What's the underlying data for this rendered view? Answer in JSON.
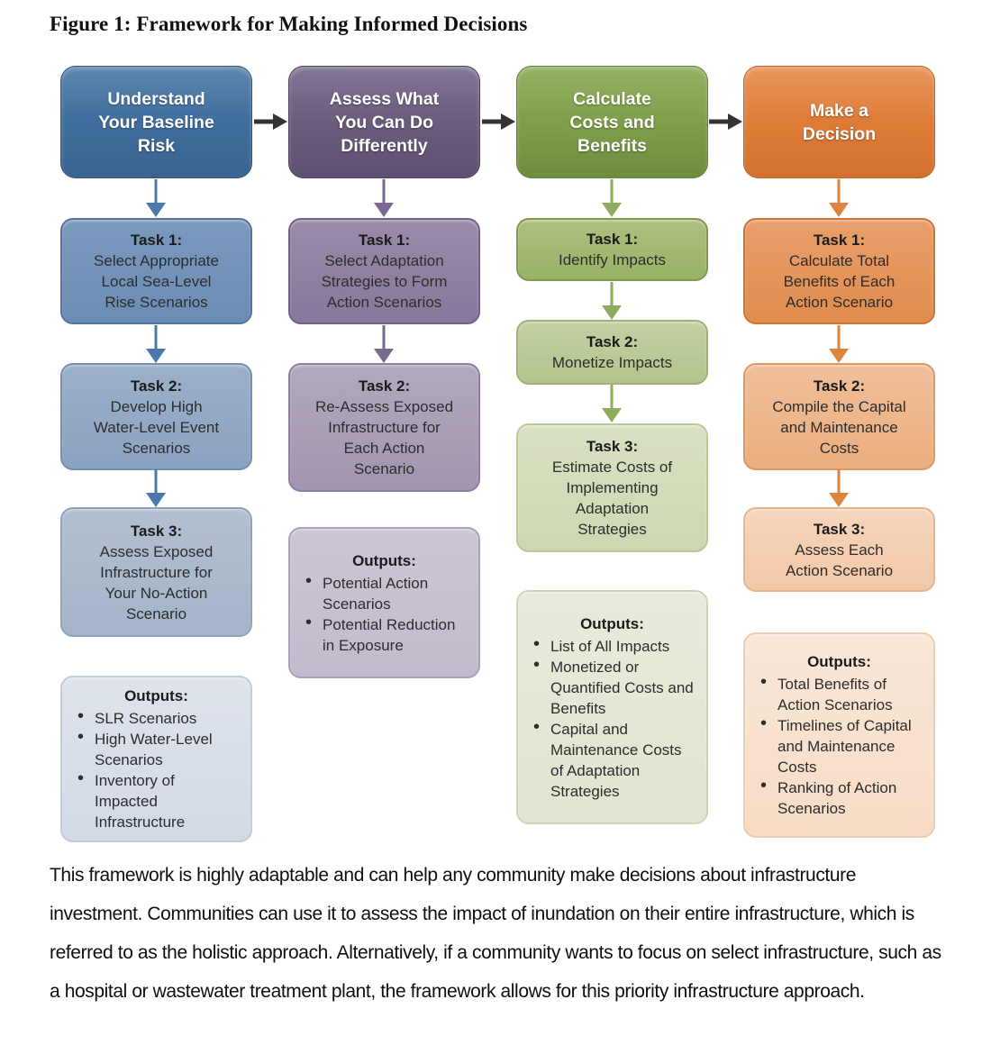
{
  "figure_title": "Figure 1: Framework for Making Informed Decisions",
  "caption": "This framework is highly adaptable and can help any community make decisions about infrastructure investment. Communities can use it to assess the impact of inundation on their entire infrastructure, which is referred to as the holistic approach. Alternatively, if a community wants to focus on select infrastructure, such as a hospital or wastewater treatment plant, the framework allows for this priority infrastructure approach.",
  "diagram": {
    "columns": [
      {
        "header": "Understand\nYour Baseline\nRisk",
        "accent_color": "#416e9e",
        "arrow_color": "#4a78ad",
        "tasks": [
          {
            "title": "Task 1:",
            "text": "Select Appropriate\nLocal Sea-Level\nRise Scenarios"
          },
          {
            "title": "Task 2:",
            "text": "Develop High\nWater-Level Event\nScenarios"
          },
          {
            "title": "Task 3:",
            "text": "Assess Exposed\nInfrastructure for\nYour No-Action\nScenario"
          }
        ],
        "outputs": {
          "label": "Outputs:",
          "items": [
            "SLR Scenarios",
            "High Water-Level Scenarios",
            "Inventory of Impacted Infrastructure"
          ]
        }
      },
      {
        "header": "Assess What\nYou Can Do\nDifferently",
        "accent_color": "#6b5d7e",
        "arrow_color": "#7a6a92",
        "tasks": [
          {
            "title": "Task 1:",
            "text": "Select Adaptation\nStrategies to Form\nAction Scenarios"
          },
          {
            "title": "Task 2:",
            "text": "Re-Assess Exposed\nInfrastructure for\nEach Action\nScenario"
          }
        ],
        "outputs": {
          "label": "Outputs:",
          "items": [
            "Potential Action Scenarios",
            "Potential Reduction in Exposure"
          ]
        }
      },
      {
        "header": "Calculate\nCosts and\nBenefits",
        "accent_color": "#7fa04a",
        "arrow_color": "#8fab5e",
        "tasks": [
          {
            "title": "Task 1:",
            "text": "Identify Impacts"
          },
          {
            "title": "Task 2:",
            "text": "Monetize Impacts"
          },
          {
            "title": "Task 3:",
            "text": "Estimate Costs of\nImplementing\nAdaptation\nStrategies"
          }
        ],
        "outputs": {
          "label": "Outputs:",
          "items": [
            "List of All Impacts",
            "Monetized or Quantified Costs and Benefits",
            "Capital and Maintenance Costs of Adaptation Strategies"
          ]
        }
      },
      {
        "header": "Make a\nDecision",
        "accent_color": "#de7c38",
        "arrow_color": "#e2823f",
        "tasks": [
          {
            "title": "Task 1:",
            "text": "Calculate Total\nBenefits of Each\nAction Scenario"
          },
          {
            "title": "Task 2:",
            "text": "Compile the Capital\nand Maintenance\nCosts"
          },
          {
            "title": "Task 3:",
            "text": "Assess Each\nAction Scenario"
          }
        ],
        "outputs": {
          "label": "Outputs:",
          "items": [
            "Total Benefits of Action Scenarios",
            "Timelines of Capital and Maintenance Costs",
            "Ranking of Action Scenarios"
          ]
        }
      }
    ]
  }
}
